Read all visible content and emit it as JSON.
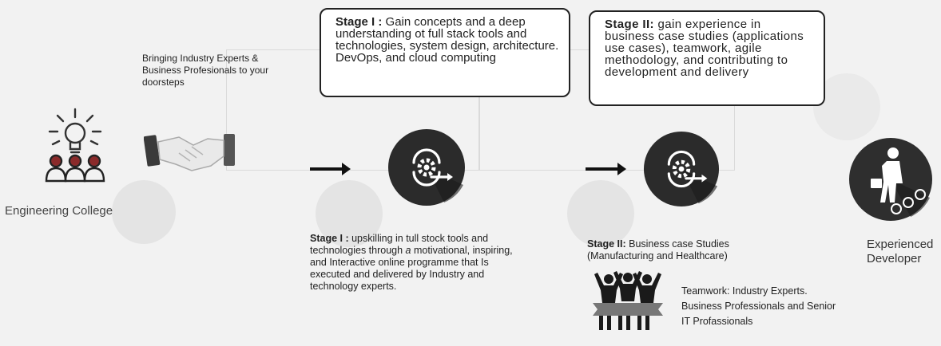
{
  "stage1_box": {
    "label": "Stage I :",
    "text": "Gain concepts and a deep understanding ot full stack tools and technologies, system design, architecture. DevOps, and cloud computing"
  },
  "stage2_box": {
    "label": "Stage II:",
    "text": "gain experience in business case studies (applications use cases), teamwork, agile methodology, and contributing to development and delivery"
  },
  "intro": {
    "college_label": "Engineering College",
    "bringing_text": "Bringing Industry Experts & Business Profesionals to your doorsteps"
  },
  "stage1_desc": {
    "label": "Stage I :",
    "text_a": "upskilling in tull stock tools and technologies through",
    "italic": "a",
    "text_b": "motivational, inspiring, and Interactive online programme that Is executed and delivered by Industry and technology experts."
  },
  "stage2_desc": {
    "label": "Stage II:",
    "text": "Business case Studies (Manufacturing and Healthcare)"
  },
  "teamwork_text": "Teamwork: Industry Experts. Business Professionals and Senior IT Profassionals",
  "outcome_label": "Experienced Developer",
  "colors": {
    "circle": "#2b2b2b",
    "circle_shadow": "#1b1b1b",
    "accent": "#ffffff"
  }
}
